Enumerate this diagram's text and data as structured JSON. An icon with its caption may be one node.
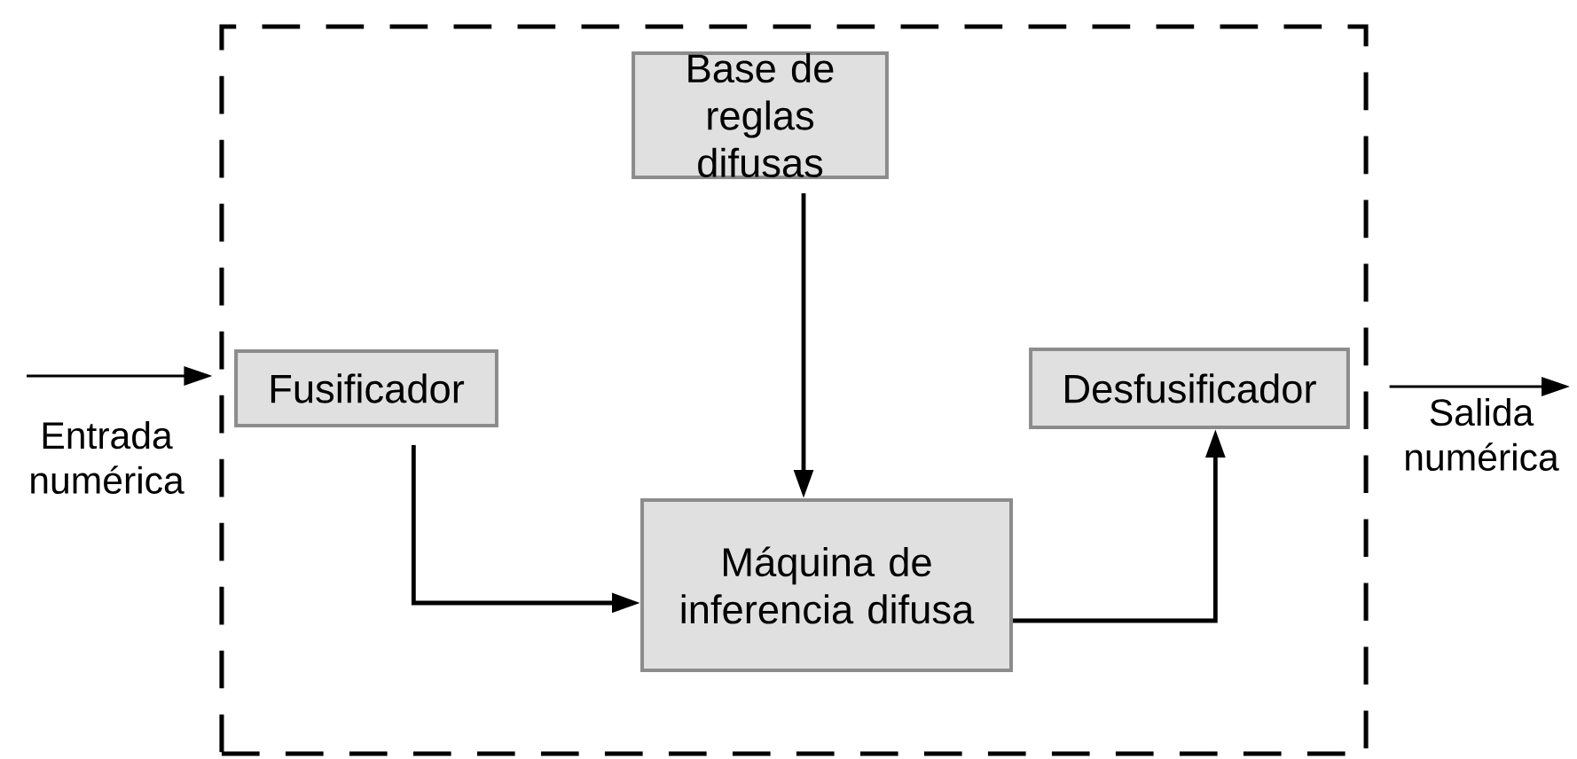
{
  "diagram": {
    "nodes": [
      {
        "text": [],
        "shape": "box"
      },
      {
        "text": [
          "Base de reglas difusas"
        ],
        "in": 0
      },
      {
        "text": [
          "Fusificador"
        ],
        "in": 0
      },
      {
        "text": [
          "Desfusificador"
        ],
        "in": 0
      },
      {
        "text": [
          "Máquina de inferencia difusa"
        ],
        "in": 0
      }
    ],
    "edges": [
      {
        "from": null,
        "to": 0,
        "arrow": "to",
        "label": "Entrada numérica"
      },
      {
        "from": 1,
        "to": 4,
        "arrow": "to"
      },
      {
        "from": 2,
        "to": 4,
        "arrow": "to"
      },
      {
        "from": 4,
        "to": 3,
        "arrow": "to"
      },
      {
        "from": 0,
        "to": null,
        "arrow": "to",
        "label": "Salida numérica"
      }
    ]
  }
}
